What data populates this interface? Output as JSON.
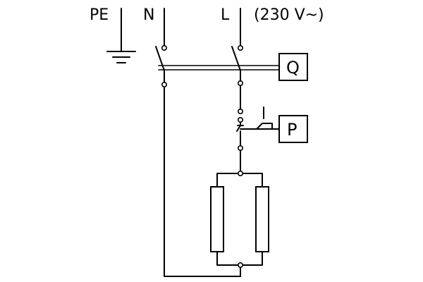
{
  "labels": {
    "pe": "PE",
    "n": "N",
    "l": "L",
    "supply": "(230 V~)",
    "q": "Q",
    "p": "P"
  },
  "colors": {
    "line": "#000000",
    "background": "#ffffff"
  }
}
